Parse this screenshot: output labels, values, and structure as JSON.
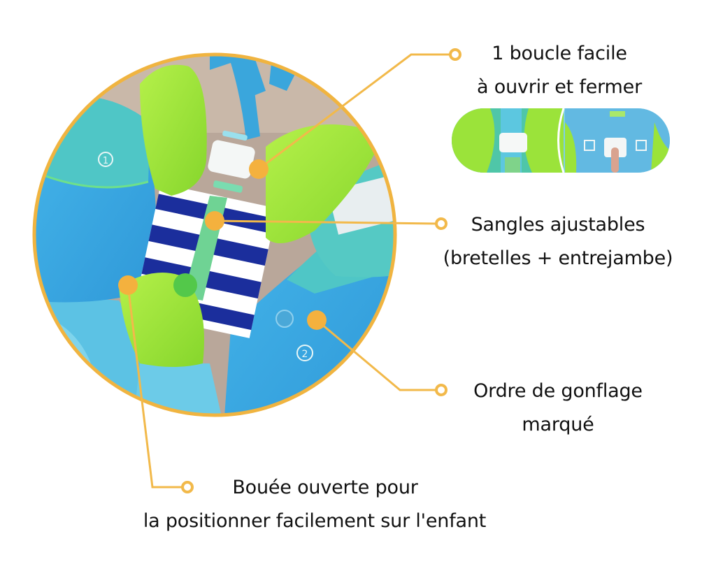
{
  "colors": {
    "accent": "#f2b94a",
    "ring": "#f0b440",
    "text": "#111111",
    "float_blue": "#3ba9e0",
    "float_teal": "#4fc8c8",
    "vest_green": "#9be33a",
    "strap_green": "#6fd394",
    "stripe_navy": "#1b2e9c"
  },
  "callouts": [
    {
      "id": "buckle",
      "lines": [
        "1 boucle facile",
        "à ouvrir et fermer"
      ]
    },
    {
      "id": "straps",
      "lines": [
        "Sangles ajustables",
        "(bretelles + entrejambe)"
      ]
    },
    {
      "id": "inflation",
      "lines": [
        "Ordre de gonflage",
        "marqué"
      ]
    },
    {
      "id": "open-float",
      "lines": [
        "Bouée ouverte pour",
        "la positionner facilement sur l'enfant"
      ]
    }
  ],
  "photo": {
    "chamber_marks": [
      "1",
      "2"
    ]
  },
  "thumbnail": {
    "description": "buckle close-up: closed buckle and finger pressing release"
  }
}
